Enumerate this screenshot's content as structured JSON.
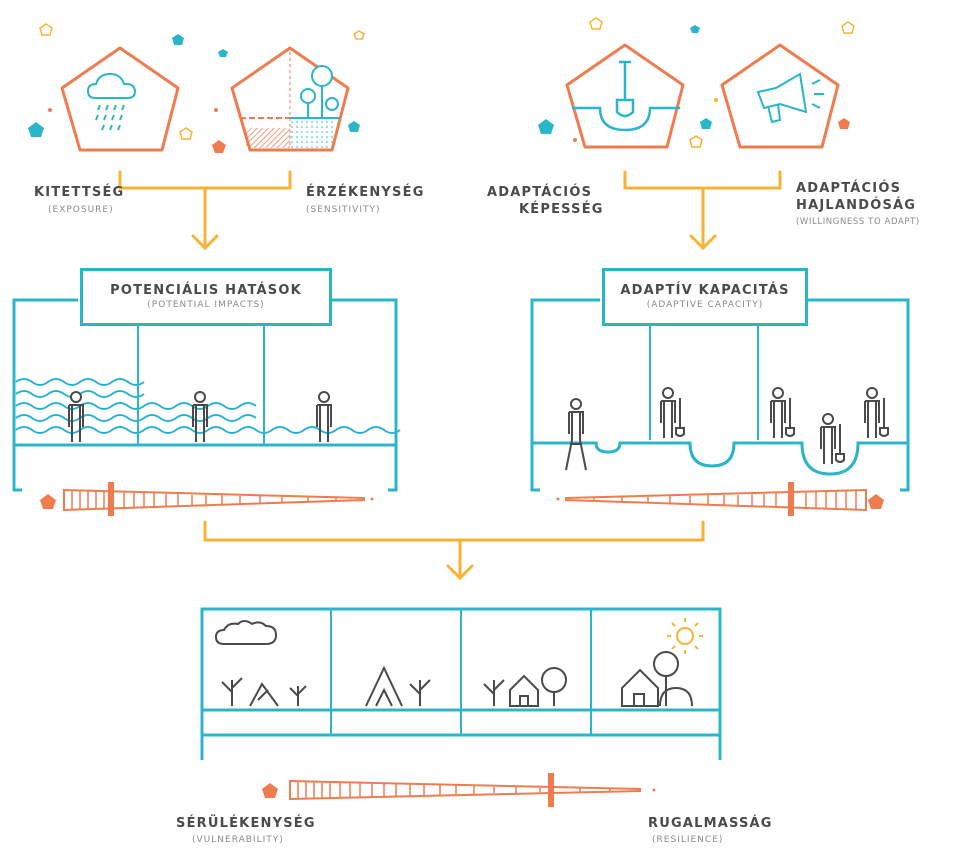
{
  "colors": {
    "teal": "#2bb5c8",
    "orange": "#ef7c4f",
    "yellow": "#f8b335",
    "gray": "#4a4a4a",
    "light_gray": "#8a8a8a"
  },
  "inputs": {
    "exposure": {
      "label": "KITETTSÉG",
      "sub": "(EXPOSURE)",
      "icon": "rain-cloud-icon"
    },
    "sensitivity": {
      "label": "ÉRZÉKENYSÉG",
      "sub": "(SENSITIVITY)",
      "icon": "soil-trees-icon"
    },
    "adaptive_ability": {
      "label_line1": "ADAPTÁCIÓS",
      "label_line2": "KÉPESSÉG",
      "icon": "shovel-icon"
    },
    "willingness": {
      "label_line1": "ADAPTÁCIÓS",
      "label_line2": "HAJLANDÓSÁG",
      "sub": "(WILLINGNESS TO ADAPT)",
      "icon": "megaphone-icon"
    }
  },
  "potential_impacts": {
    "title": "POTENCIÁLIS HATÁSOK",
    "sub": "(POTENTIAL IMPACTS)"
  },
  "adaptive_capacity": {
    "title": "ADAPTÍV KAPACITÁS",
    "sub": "(ADAPTIVE CAPACITY)"
  },
  "outcome": {
    "vulnerability": {
      "label": "SÉRÜLÉKENYSÉG",
      "sub": "(VULNERABILITY)"
    },
    "resilience": {
      "label": "RUGALMASSÁG",
      "sub": "(RESILIENCE)"
    }
  }
}
